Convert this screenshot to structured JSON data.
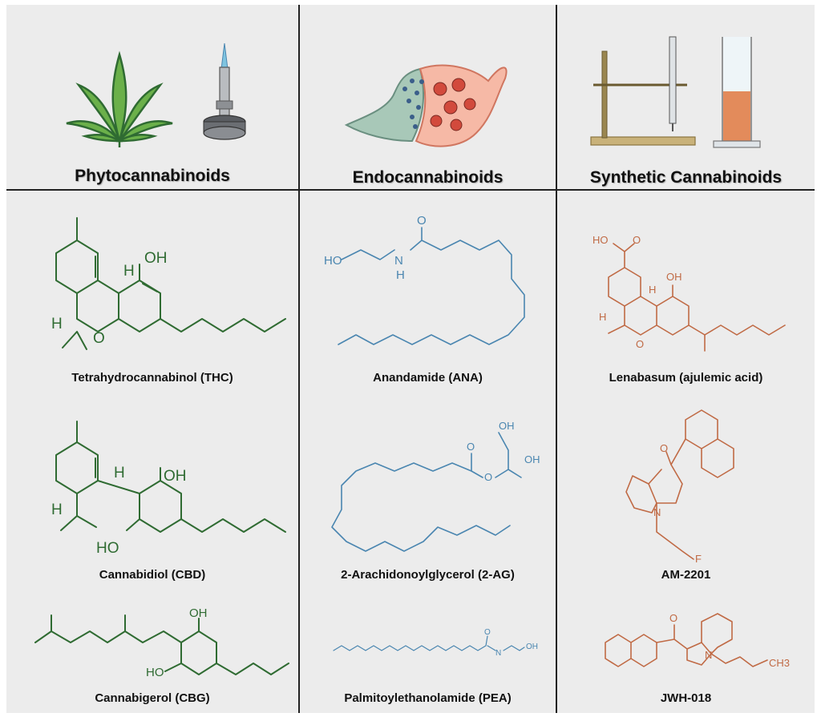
{
  "headers": {
    "phyto": "Phytocannabinoids",
    "endo": "Endocannabinoids",
    "synthetic": "Synthetic Cannabinoids"
  },
  "compounds": {
    "thc": "Tetrahydrocannabinol (THC)",
    "cbd": "Cannabidiol (CBD)",
    "cbg": "Cannabigerol (CBG)",
    "ana": "Anandamide (ANA)",
    "two_ag": "2-Arachidonoylglycerol (2-AG)",
    "pea": "Palmitoylethanolamide (PEA)",
    "lenabasum": "Lenabasum (ajulemic acid)",
    "am2201": "AM-2201",
    "jwh018": "JWH-018"
  },
  "atoms": {
    "oh": "OH",
    "ho": "HO",
    "h": "H",
    "o": "O",
    "n": "N",
    "f": "F",
    "ch3": "CH3"
  },
  "colors": {
    "phyto": "#2f6b32",
    "endo": "#4a86b0",
    "synthetic": "#c06a45",
    "background": "#ececec",
    "grid": "#222222"
  }
}
